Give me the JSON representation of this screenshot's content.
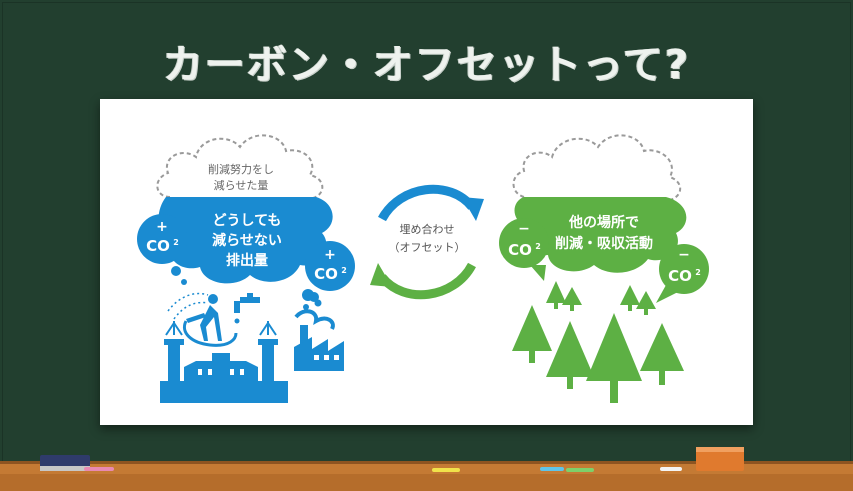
{
  "title": "カーボン・オフセットって?",
  "left_cloud": {
    "reduced_label_line1": "削減努力をし",
    "reduced_label_line2": "減らせた量",
    "emission_line1": "どうしても",
    "emission_line2": "減らせない",
    "emission_line3": "排出量",
    "co2_plus_sign": "+",
    "co2_text": "CO",
    "co2_sub": "2"
  },
  "center": {
    "label_line1": "埋め合わせ",
    "label_line2": "（オフセット）"
  },
  "right_cloud": {
    "line1": "他の場所で",
    "line2": "削減・吸収活動",
    "co2_minus_sign": "−",
    "co2_text": "CO",
    "co2_sub": "2"
  },
  "colors": {
    "board": "#223f2f",
    "blue": "#1a8bd1",
    "green": "#5db044",
    "gray_dash": "#9a9a9a"
  }
}
